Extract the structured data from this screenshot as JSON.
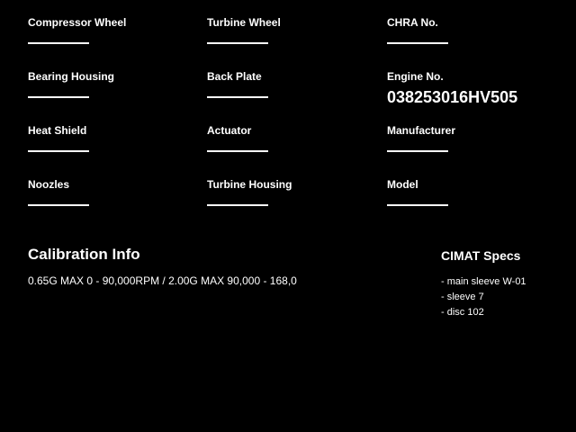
{
  "fields": [
    {
      "label": "Compressor Wheel",
      "value": ""
    },
    {
      "label": "Turbine Wheel",
      "value": ""
    },
    {
      "label": "CHRA No.",
      "value": ""
    },
    {
      "label": "Bearing Housing",
      "value": ""
    },
    {
      "label": "Back Plate",
      "value": ""
    },
    {
      "label": "Engine No.",
      "value": "038253016HV505"
    },
    {
      "label": "Heat Shield",
      "value": ""
    },
    {
      "label": "Actuator",
      "value": ""
    },
    {
      "label": "Manufacturer",
      "value": ""
    },
    {
      "label": "Noozles",
      "value": ""
    },
    {
      "label": "Turbine Housing",
      "value": ""
    },
    {
      "label": "Model",
      "value": ""
    }
  ],
  "calibration": {
    "title": "Calibration Info",
    "text": "0.65G MAX 0 - 90,000RPM / 2.00G MAX 90,000 - 168,0"
  },
  "cimat": {
    "title": "CIMAT Specs",
    "items": [
      "- main sleeve W-01",
      "- sleeve 7",
      "- disc 102"
    ]
  },
  "colors": {
    "background": "#000000",
    "text": "#ffffff"
  }
}
